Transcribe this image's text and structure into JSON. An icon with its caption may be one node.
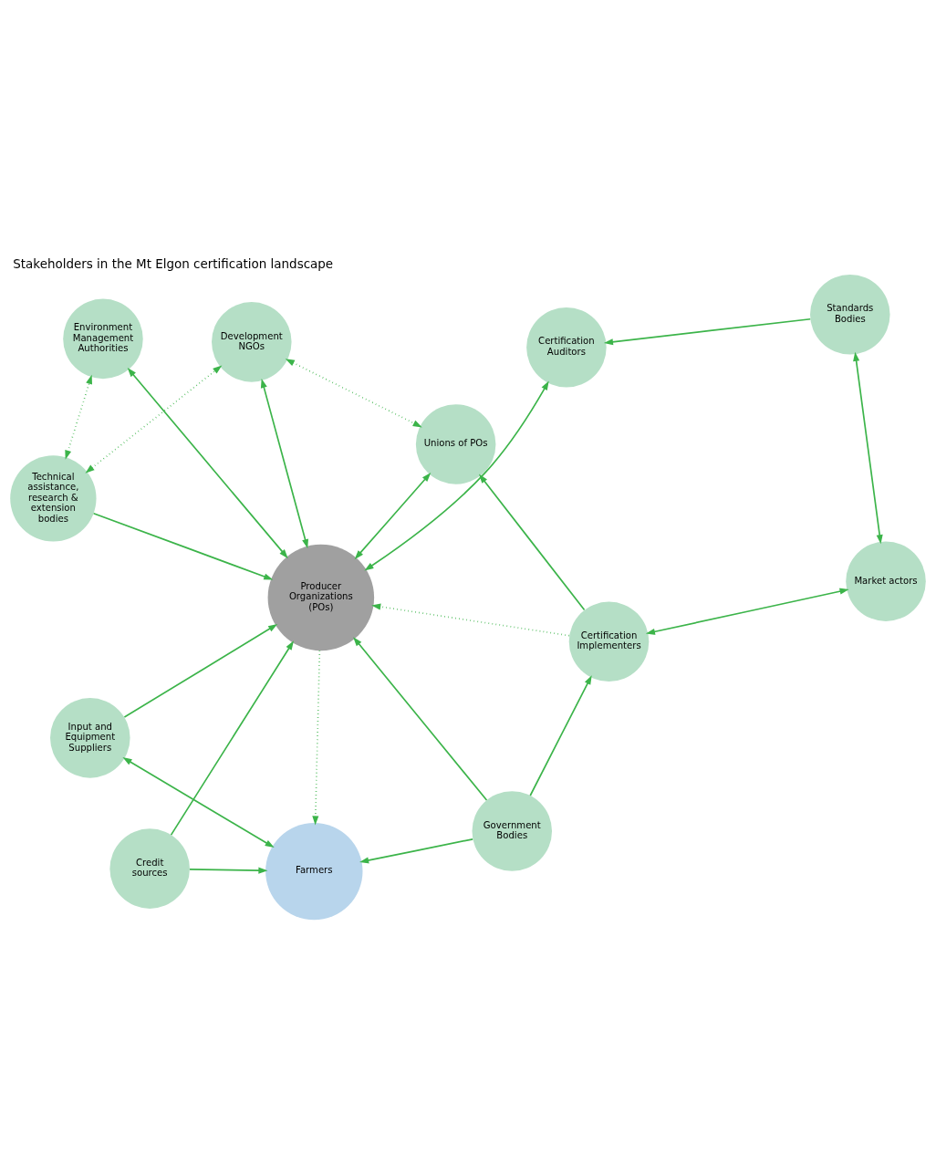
{
  "diagram": {
    "title": "Stakeholders in the Mt Elgon certification landscape",
    "nodes": [
      {
        "text": [
          "Technical assistance, research & extension bodies"
        ]
      },
      {
        "text": [
          "Environment Management Authorities"
        ]
      },
      {
        "text": [
          "Development NGOs"
        ]
      },
      {
        "text": [
          "Input and Equipment Suppliers"
        ]
      },
      {
        "text": [
          "Unions of POs"
        ]
      },
      {
        "text": [
          "Producer Organizations (POs)"
        ]
      },
      {
        "text": [
          "Credit sources"
        ]
      },
      {
        "text": [
          "Certification Implementers"
        ]
      },
      {
        "text": [
          "Certification Auditors"
        ]
      },
      {
        "text": [
          "Farmers"
        ]
      },
      {
        "text": [
          "Government Bodies"
        ]
      },
      {
        "text": [
          "Market actors"
        ]
      },
      {
        "text": [
          "Standards Bodies"
        ]
      }
    ],
    "edges": [
      {
        "from": 0,
        "to": 2,
        "arrow": "both",
        "style": "dashed"
      },
      {
        "from": 0,
        "to": 1,
        "arrow": "both",
        "style": "dashed"
      },
      {
        "from": 2,
        "to": 4,
        "arrow": "both",
        "style": "dashed"
      },
      {
        "from": 0,
        "to": 5,
        "arrow": "to"
      },
      {
        "from": 1,
        "to": 5,
        "arrow": "both"
      },
      {
        "from": 2,
        "to": 5,
        "arrow": "both"
      },
      {
        "from": 4,
        "to": 5,
        "arrow": "both"
      },
      {
        "from": 3,
        "to": 5,
        "arrow": "to"
      },
      {
        "from": 6,
        "to": 5,
        "arrow": "to"
      },
      {
        "from": 3,
        "to": 9,
        "arrow": "both"
      },
      {
        "from": 6,
        "to": 9,
        "arrow": "to"
      },
      {
        "from": 5,
        "to": 9,
        "arrow": "to",
        "style": "dashed"
      },
      {
        "from": 7,
        "to": 5,
        "arrow": "to",
        "style": "dashed"
      },
      {
        "from": 7,
        "to": 4,
        "arrow": "to"
      },
      {
        "from": 5,
        "to": 8,
        "arrow": "both"
      },
      {
        "from": 10,
        "to": 5,
        "arrow": "to"
      },
      {
        "from": 10,
        "to": 7,
        "arrow": "to"
      },
      {
        "from": 10,
        "to": 9,
        "arrow": "to"
      },
      {
        "from": 7,
        "to": 11,
        "arrow": "both"
      },
      {
        "from": 11,
        "to": 12,
        "arrow": "both"
      },
      {
        "from": 12,
        "to": 8,
        "arrow": "to"
      }
    ]
  }
}
